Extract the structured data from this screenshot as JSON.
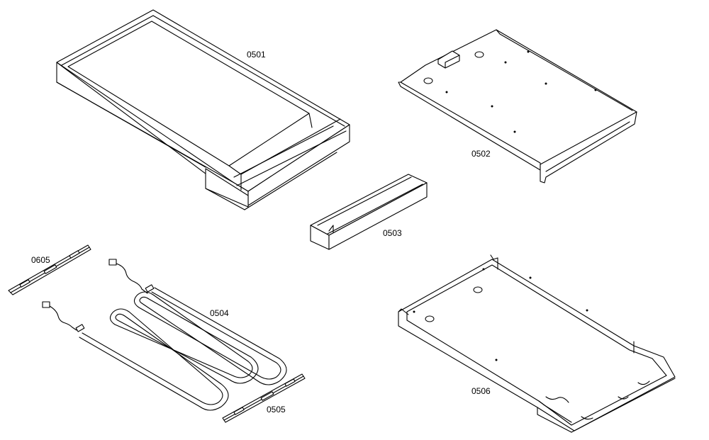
{
  "parts": [
    {
      "id": "p0501",
      "label": "0501"
    },
    {
      "id": "p0502",
      "label": "0502"
    },
    {
      "id": "p0503",
      "label": "0503"
    },
    {
      "id": "p0504",
      "label": "0504"
    },
    {
      "id": "p0505",
      "label": "0505"
    },
    {
      "id": "p0506",
      "label": "0506"
    },
    {
      "id": "p0605",
      "label": "0605"
    }
  ]
}
